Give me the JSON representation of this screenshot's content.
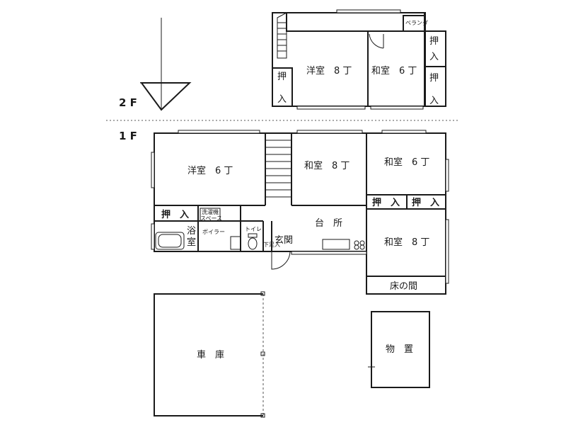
{
  "floors": {
    "second": "2 F",
    "first": "1 F"
  },
  "rooms_2f": {
    "western": "洋室　8 丁",
    "japanese": "和室　6 丁",
    "veranda": "ベランダ",
    "closet_a": "押",
    "closet_a2": "入",
    "closet_b": "押",
    "closet_b2": "入",
    "closet_c": "押",
    "closet_c2": "入"
  },
  "rooms_1f": {
    "western": "洋室　6 丁",
    "japanese_8_top": "和室　8 丁",
    "japanese_6": "和室　6 丁",
    "closet_left": "押　入",
    "closet_mid": "押　入",
    "closet_right": "押　入",
    "kitchen": "台　所",
    "japanese_8_bottom": "和室　8 丁",
    "tokonoma": "床の間",
    "bath_1": "浴",
    "bath_2": "室",
    "laundry_1": "洗濯機",
    "laundry_2": "スペース",
    "boiler": "ボイラー",
    "toilet": "トイレ",
    "entrance": "玄関",
    "storage_small": "下足入"
  },
  "outbuildings": {
    "garage": "車　庫",
    "storage": "物　置"
  }
}
